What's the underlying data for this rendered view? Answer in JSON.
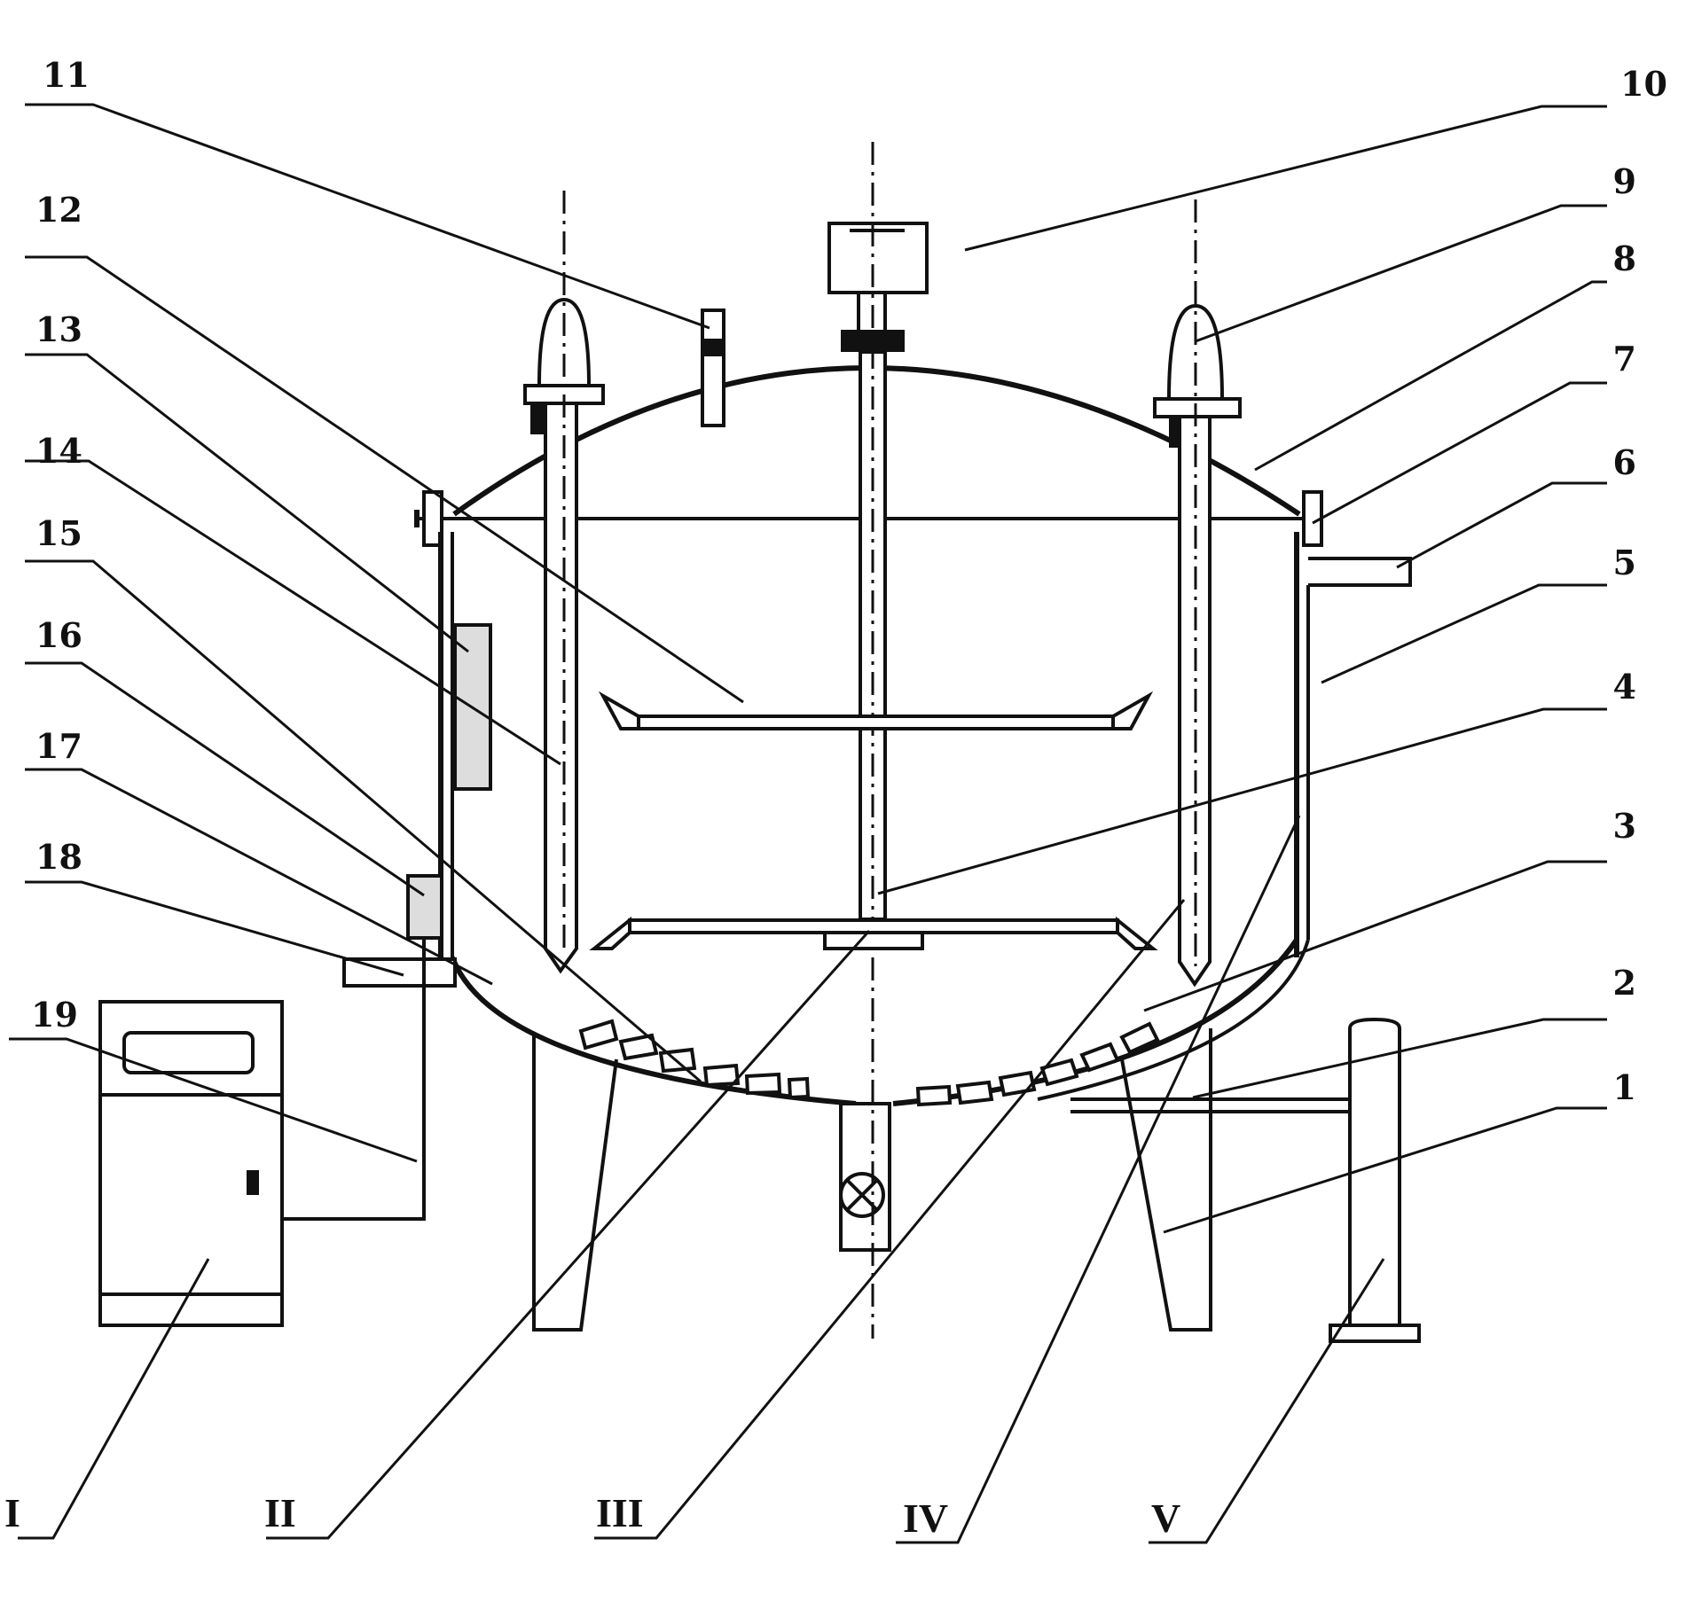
{
  "numbered_labels": [
    "1",
    "2",
    "3",
    "4",
    "5",
    "6",
    "7",
    "8",
    "9",
    "10",
    "11",
    "12",
    "13",
    "14",
    "15",
    "16",
    "17",
    "18",
    "19"
  ],
  "roman_labels": [
    "I",
    "II",
    "III",
    "IV",
    "V"
  ]
}
